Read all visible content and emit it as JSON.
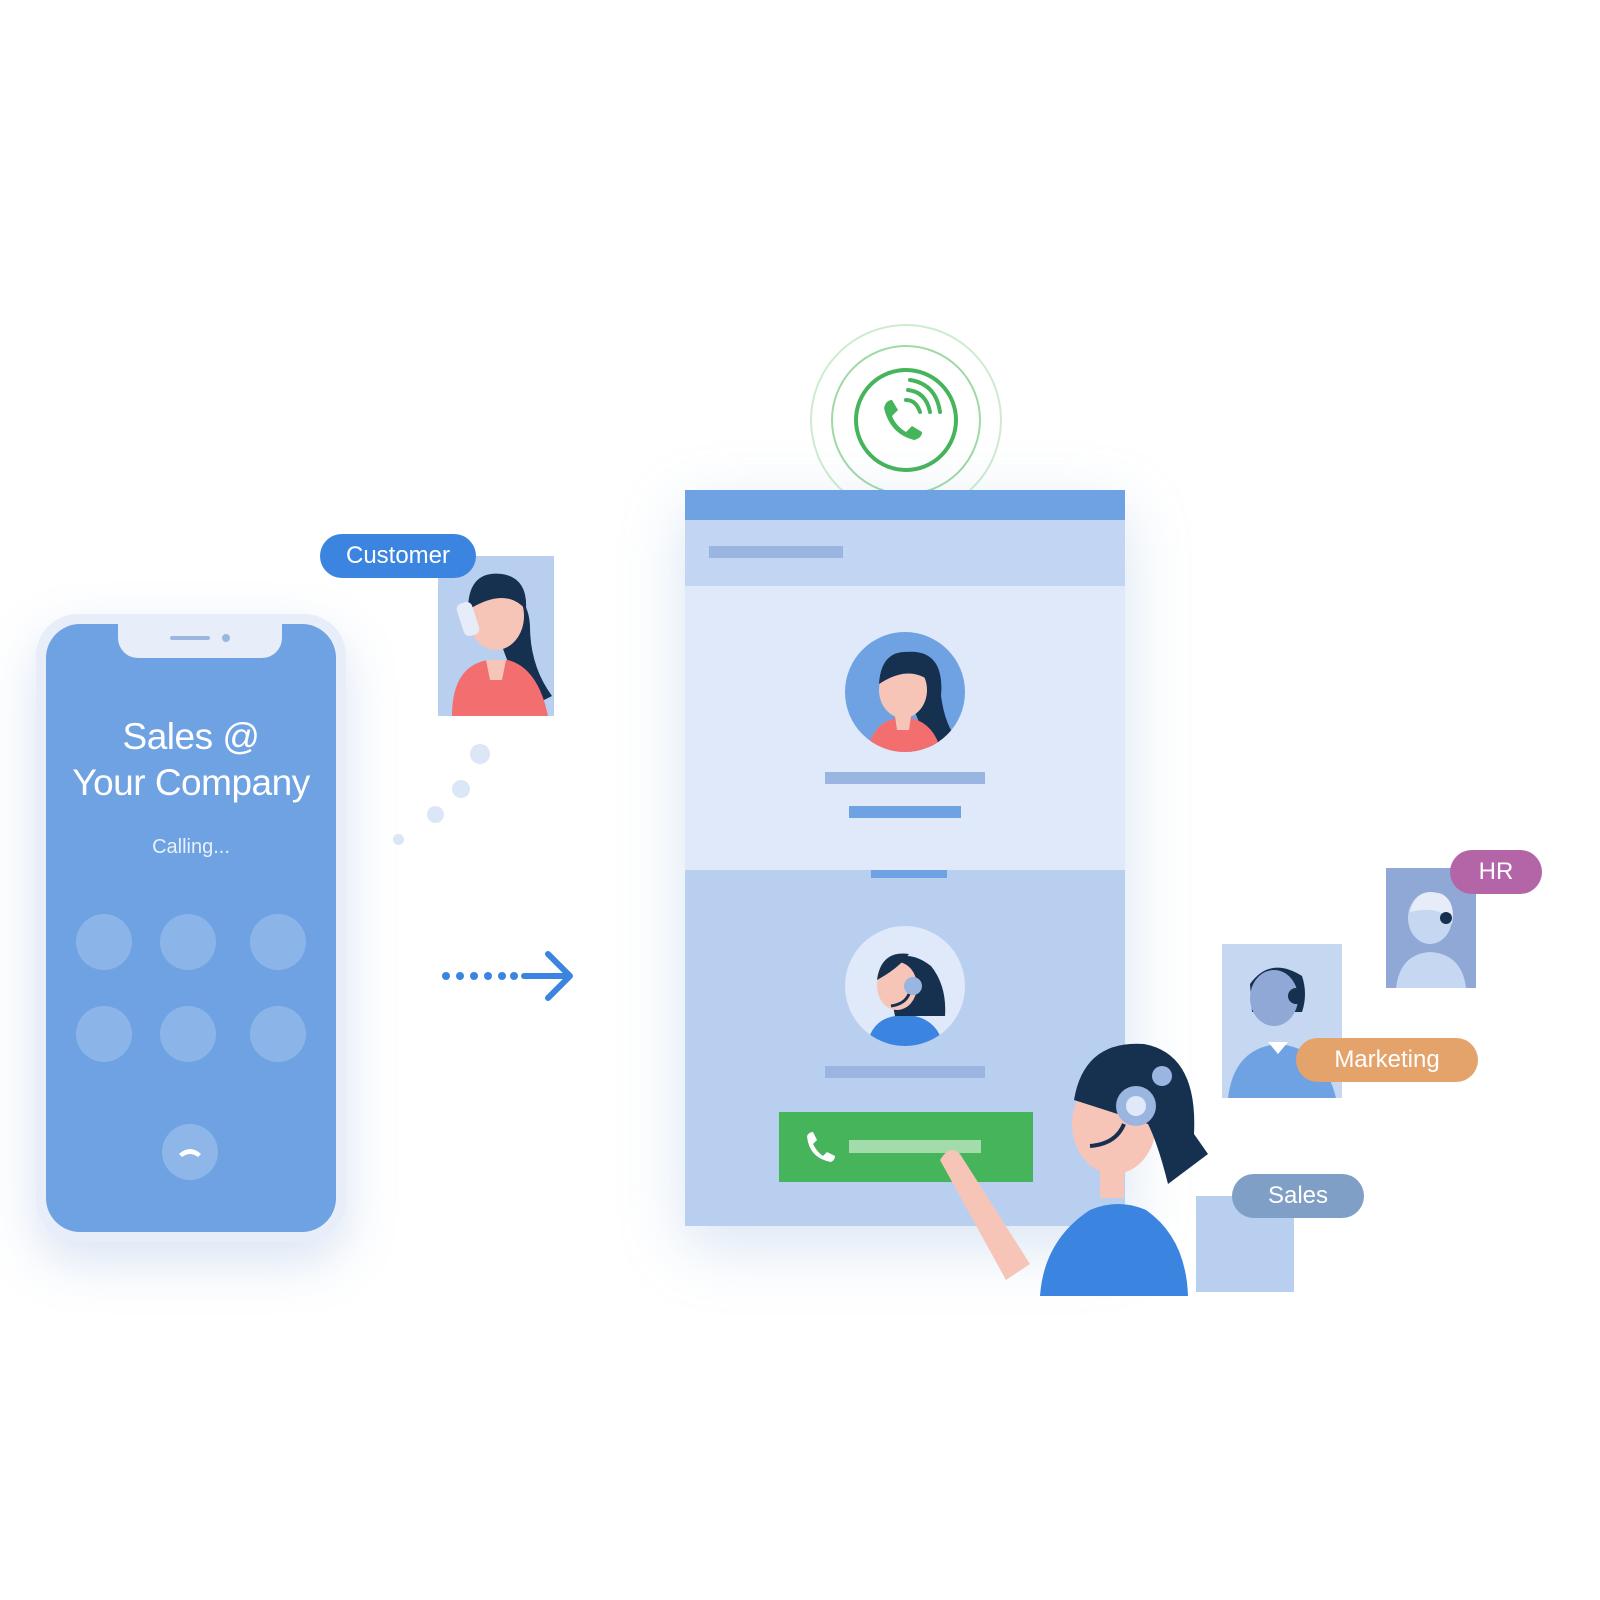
{
  "phone": {
    "caller_name": "Sales @\nYour Company",
    "status": "Calling..."
  },
  "labels": {
    "customer": "Customer",
    "hr": "HR",
    "marketing": "Marketing",
    "sales": "Sales"
  },
  "colors": {
    "primary_blue": "#6fa2e3",
    "customer_blue": "#3b85e0",
    "hr_purple": "#b365a8",
    "marketing_orange": "#e4a36b",
    "sales_slate": "#7f9fc6",
    "answer_green": "#46b45a"
  },
  "icons": {
    "incoming": "phone-ringing-icon",
    "answer": "phone-icon",
    "hangup": "hang-up-icon",
    "arrow": "arrow-right-icon"
  }
}
